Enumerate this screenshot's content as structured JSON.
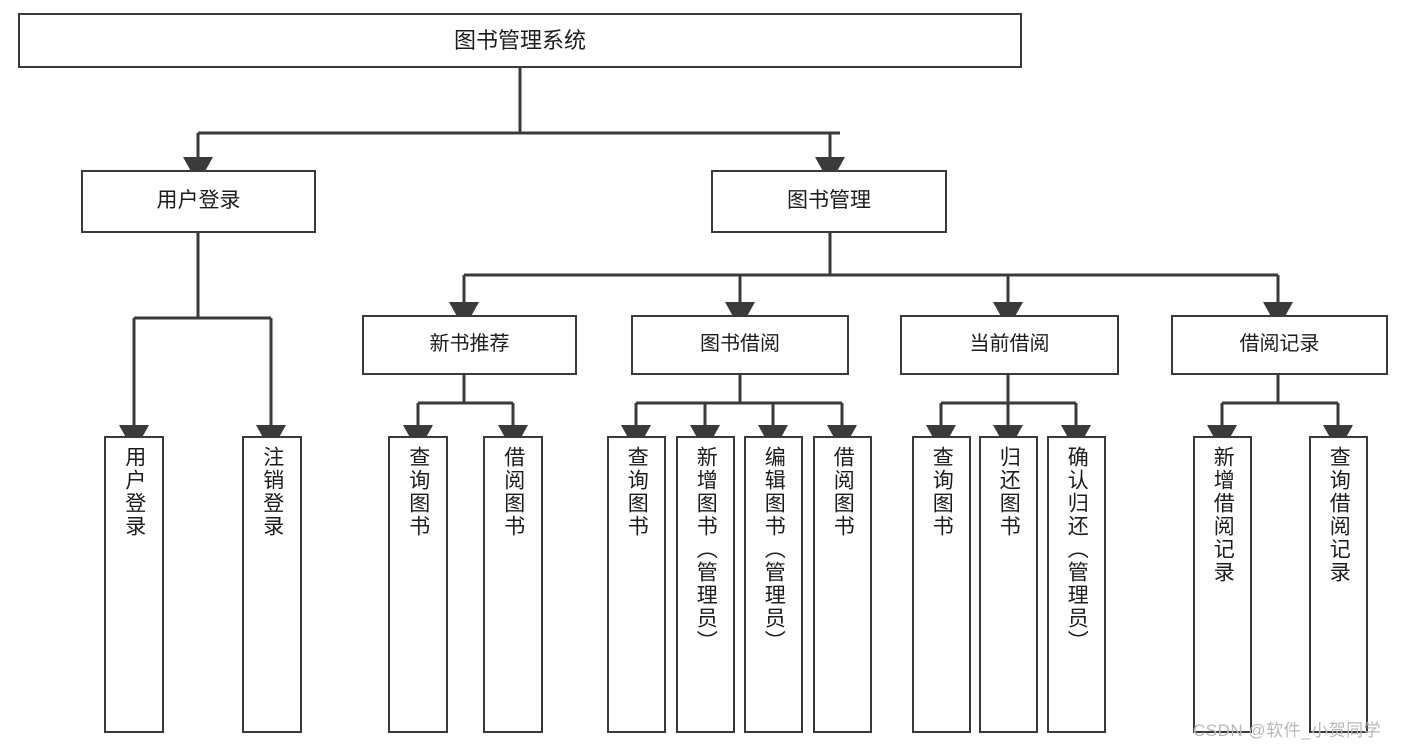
{
  "diagram": {
    "title": "图书管理系统",
    "type": "tree-hierarchy",
    "root": {
      "label": "图书管理系统"
    },
    "level1": [
      {
        "label": "用户登录"
      },
      {
        "label": "图书管理"
      }
    ],
    "level2": [
      {
        "label": "新书推荐"
      },
      {
        "label": "图书借阅"
      },
      {
        "label": "当前借阅"
      },
      {
        "label": "借阅记录"
      }
    ],
    "leaves": {
      "user_login": [
        {
          "label": "用户登录"
        },
        {
          "label": "注销登录"
        }
      ],
      "new_book_recommend": [
        {
          "label": "查询图书"
        },
        {
          "label": "借阅图书"
        }
      ],
      "book_borrow": [
        {
          "label": "查询图书"
        },
        {
          "label": "新增图书（管理员）"
        },
        {
          "label": "编辑图书（管理员）"
        },
        {
          "label": "借阅图书"
        }
      ],
      "current_borrow": [
        {
          "label": "查询图书"
        },
        {
          "label": "归还图书"
        },
        {
          "label": "确认归还（管理员）"
        }
      ],
      "borrow_record": [
        {
          "label": "新增借阅记录"
        },
        {
          "label": "查询借阅记录"
        }
      ]
    }
  },
  "watermark": {
    "text": "CSDN @软件_小贺同学"
  },
  "colors": {
    "stroke": "#3a3a3a",
    "fill": "#ffffff",
    "text": "#1c1c1c",
    "watermark": "#b8b8b8"
  }
}
